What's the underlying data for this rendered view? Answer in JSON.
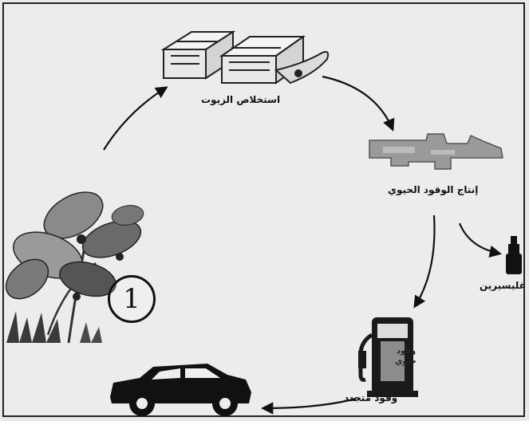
{
  "labels": {
    "oil_extraction": "استخلاص الزيوت",
    "biofuel_production": "إنتاج الوقود الحيوي",
    "glycerin": "غليسيرين",
    "renewable_fuel": "وقود متجدد"
  },
  "pump_text": [
    "وقود",
    "حيوي"
  ],
  "step_badge": "1"
}
